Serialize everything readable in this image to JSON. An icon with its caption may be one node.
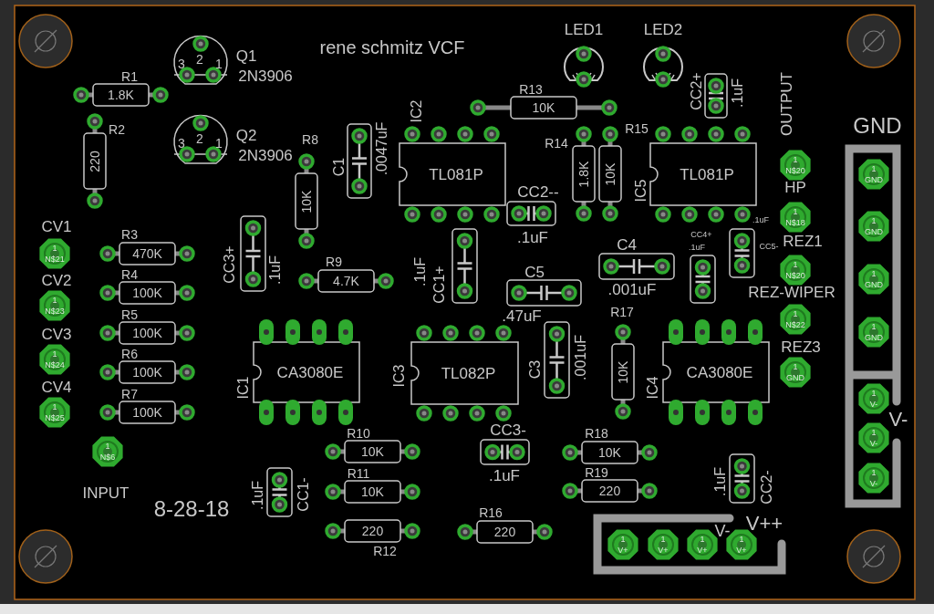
{
  "diagram": {
    "nodes": [
      {
        "text": [
          "3",
          "2",
          "1"
        ],
        "beside": [
          "Q1",
          "2N3906"
        ]
      },
      {
        "text": [
          "3",
          "2",
          "1"
        ],
        "beside": [
          "Q2",
          "2N3906"
        ]
      },
      {
        "text": [
          "1.8K"
        ],
        "beside": [
          "R1"
        ]
      },
      {
        "text": [
          "220"
        ],
        "beside": [
          "R2"
        ]
      },
      {
        "text": [
          "470K"
        ],
        "beside": [
          "R3"
        ]
      },
      {
        "text": [
          "100K"
        ],
        "beside": [
          "R4"
        ]
      },
      {
        "text": [
          "100K"
        ],
        "beside": [
          "R5"
        ]
      },
      {
        "text": [
          "100K"
        ],
        "beside": [
          "R6"
        ]
      },
      {
        "text": [
          "100K"
        ],
        "beside": [
          "R7"
        ]
      },
      {
        "text": [
          "10K"
        ],
        "beside": [
          "R8"
        ]
      },
      {
        "text": [
          "4.7K"
        ],
        "beside": [
          "R9"
        ]
      },
      {
        "text": [],
        "shape": "box",
        "beside": [
          "C1",
          ".0047uF"
        ]
      },
      {
        "text": [
          "TL081P"
        ],
        "beside": [
          "IC2"
        ]
      },
      {
        "text": [
          "10K"
        ],
        "beside": [
          "R13"
        ]
      },
      {
        "text": [],
        "shape": "circle",
        "beside": [
          "LED1"
        ]
      },
      {
        "text": [],
        "shape": "circle",
        "beside": [
          "LED2"
        ]
      },
      {
        "text": [],
        "shape": "box",
        "beside": [
          "CC2+",
          ".1uF"
        ]
      },
      {
        "text": [
          "1.8K"
        ],
        "beside": [
          "R14"
        ]
      },
      {
        "text": [
          "10K"
        ],
        "beside": [
          "R15"
        ]
      },
      {
        "text": [
          "TL081P"
        ],
        "beside": [
          "IC5"
        ]
      },
      {
        "text": [],
        "shape": "box",
        "beside": [
          "CC2--",
          ".1uF"
        ]
      },
      {
        "text": [],
        "shape": "box",
        "beside": [
          "CC3+",
          ".1uF"
        ]
      },
      {
        "text": [],
        "shape": "box",
        "beside": [
          ".1uF",
          "CC1+"
        ]
      },
      {
        "text": [],
        "shape": "box",
        "beside": [
          "C4",
          ".001uF"
        ]
      },
      {
        "text": [],
        "shape": "box",
        "beside": [
          "C5",
          ".47uF"
        ]
      },
      {
        "text": [],
        "shape": "box",
        "beside": [
          "CC4+",
          ".1uF"
        ]
      },
      {
        "text": [],
        "shape": "box",
        "beside": [
          ".1uF",
          "CC5-"
        ]
      },
      {
        "text": [
          "CA3080E"
        ],
        "beside": [
          "IC1"
        ]
      },
      {
        "text": [
          "TL082P"
        ],
        "beside": [
          "IC3"
        ]
      },
      {
        "text": [],
        "shape": "box",
        "beside": [
          "C3",
          ".001uF"
        ]
      },
      {
        "text": [
          "10K"
        ],
        "beside": [
          "R17"
        ]
      },
      {
        "text": [
          "CA3080E"
        ],
        "beside": [
          "IC4"
        ]
      },
      {
        "text": [
          "10K"
        ],
        "beside": [
          "R10"
        ]
      },
      {
        "text": [
          "10K"
        ],
        "beside": [
          "R11"
        ]
      },
      {
        "text": [
          "220"
        ],
        "beside": [
          "R12"
        ]
      },
      {
        "text": [],
        "shape": "box",
        "beside": [
          ".1uF",
          "CC1-"
        ]
      },
      {
        "text": [],
        "shape": "box",
        "beside": [
          "CC3-",
          ".1uF"
        ]
      },
      {
        "text": [
          "220"
        ],
        "beside": [
          "R16"
        ]
      },
      {
        "text": [
          "10K"
        ],
        "beside": [
          "R18"
        ]
      },
      {
        "text": [
          "220"
        ],
        "beside": [
          "R19"
        ]
      },
      {
        "text": [],
        "shape": "box",
        "beside": [
          ".1uF",
          "CC2-"
        ]
      },
      {
        "text": [
          "1",
          "N$21"
        ],
        "beside": [
          "CV1"
        ]
      },
      {
        "text": [
          "1",
          "N$23"
        ],
        "beside": [
          "CV2"
        ]
      },
      {
        "text": [
          "1",
          "N$24"
        ],
        "beside": [
          "CV3"
        ]
      },
      {
        "text": [
          "1",
          "N$25"
        ],
        "beside": [
          "CV4"
        ]
      },
      {
        "text": [
          "1",
          "N$6"
        ],
        "beside": [
          "INPUT"
        ]
      },
      {
        "text": [
          "1",
          "N$20"
        ],
        "beside": [
          "OUTPUT"
        ]
      },
      {
        "text": [
          "1",
          "N$18"
        ],
        "beside": [
          "HP"
        ]
      },
      {
        "text": [
          "1",
          "N$20"
        ],
        "beside": [
          "REZ1"
        ]
      },
      {
        "text": [
          "1",
          "N$22"
        ],
        "beside": [
          "REZ-WIPER"
        ]
      },
      {
        "text": [
          "1",
          "GND"
        ],
        "beside": [
          "REZ3"
        ]
      },
      {
        "text": [
          "1",
          "GND"
        ]
      },
      {
        "text": [
          "1",
          "GND"
        ]
      },
      {
        "text": [
          "1",
          "GND"
        ]
      },
      {
        "text": [
          "1",
          "GND"
        ]
      },
      {
        "text": [
          "1",
          "V-"
        ]
      },
      {
        "text": [
          "1",
          "V-"
        ]
      },
      {
        "text": [
          "1",
          "V-"
        ]
      },
      {
        "text": [
          "1",
          "V+"
        ]
      },
      {
        "text": [
          "1",
          "V+"
        ]
      },
      {
        "text": [
          "1",
          "V+"
        ]
      },
      {
        "text": [
          "1",
          "V+"
        ]
      }
    ],
    "labels": [
      "rene schmitz VCF",
      "GND",
      "V-",
      "8-28-18",
      "V++",
      "V-"
    ]
  }
}
